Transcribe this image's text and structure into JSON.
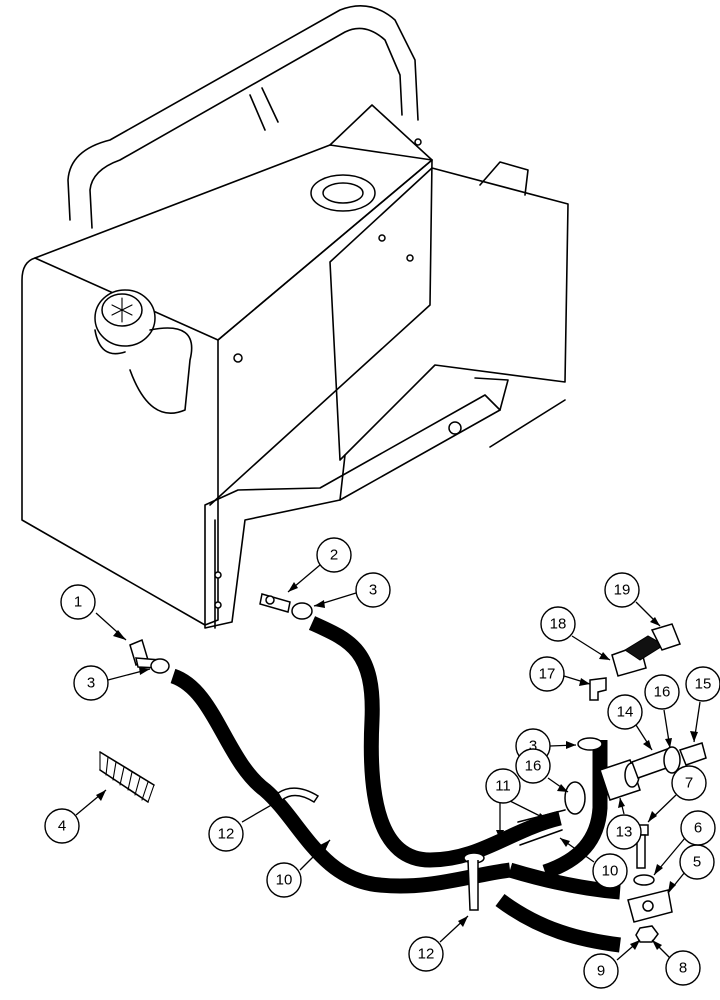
{
  "callouts": [
    {
      "id": "c1",
      "label": "1"
    },
    {
      "id": "c2",
      "label": "2"
    },
    {
      "id": "c3a",
      "label": "3"
    },
    {
      "id": "c3b",
      "label": "3"
    },
    {
      "id": "c3c",
      "label": "3"
    },
    {
      "id": "c4",
      "label": "4"
    },
    {
      "id": "c5",
      "label": "5"
    },
    {
      "id": "c6",
      "label": "6"
    },
    {
      "id": "c7",
      "label": "7"
    },
    {
      "id": "c8",
      "label": "8"
    },
    {
      "id": "c9",
      "label": "9"
    },
    {
      "id": "c10a",
      "label": "10"
    },
    {
      "id": "c10b",
      "label": "10"
    },
    {
      "id": "c11",
      "label": "11"
    },
    {
      "id": "c12a",
      "label": "12"
    },
    {
      "id": "c12b",
      "label": "12"
    },
    {
      "id": "c13",
      "label": "13"
    },
    {
      "id": "c14",
      "label": "14"
    },
    {
      "id": "c15",
      "label": "15"
    },
    {
      "id": "c16a",
      "label": "16"
    },
    {
      "id": "c16b",
      "label": "16"
    },
    {
      "id": "c17",
      "label": "17"
    },
    {
      "id": "c18",
      "label": "18"
    },
    {
      "id": "c19",
      "label": "19"
    }
  ]
}
